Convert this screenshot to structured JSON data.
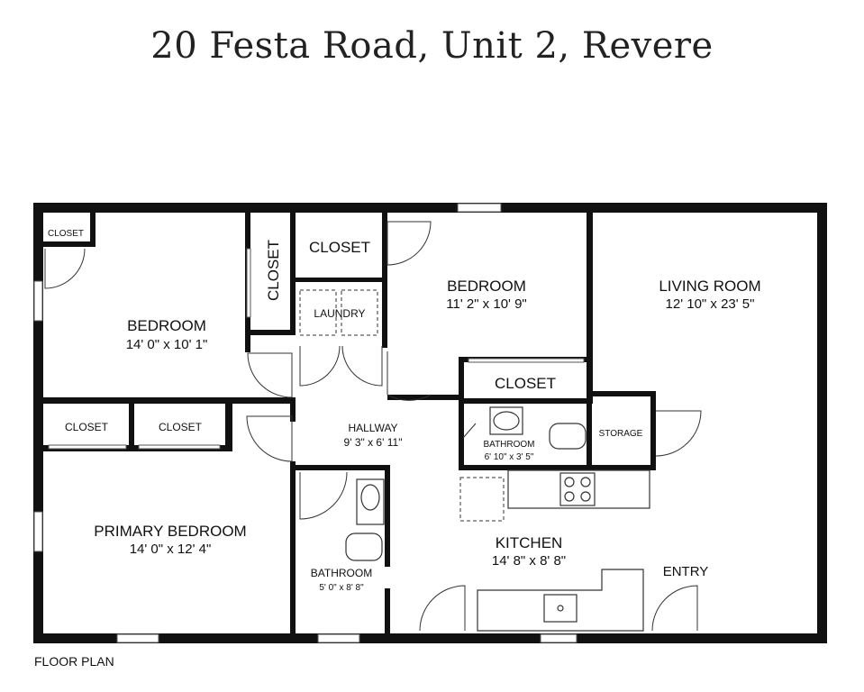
{
  "header": {
    "title": "20 Festa Road, Unit 2, Revere"
  },
  "footer": {
    "label": "FLOOR PLAN"
  },
  "rooms": {
    "closet_small": {
      "name": "CLOSET"
    },
    "closet_vertical": {
      "name": "CLOSET"
    },
    "closet_top": {
      "name": "CLOSET"
    },
    "laundry": {
      "name": "LAUNDRY"
    },
    "bedroom_left": {
      "name": "BEDROOM",
      "dims": "14' 0\" x 10' 1\""
    },
    "bedroom_center": {
      "name": "BEDROOM",
      "dims": "11' 2\" x 10' 9\""
    },
    "living_room": {
      "name": "LIVING ROOM",
      "dims": "12' 10\" x 23' 5\""
    },
    "closet_center": {
      "name": "CLOSET"
    },
    "closet_a": {
      "name": "CLOSET"
    },
    "closet_b": {
      "name": "CLOSET"
    },
    "hallway": {
      "name": "HALLWAY",
      "dims": "9' 3\" x 6' 11\""
    },
    "bathroom_upper": {
      "name": "BATHROOM",
      "dims": "6' 10\" x 3' 5\""
    },
    "storage": {
      "name": "STORAGE"
    },
    "primary_bedroom": {
      "name": "PRIMARY BEDROOM",
      "dims": "14' 0\" x 12' 4\""
    },
    "kitchen": {
      "name": "KITCHEN",
      "dims": "14' 8\" x 8' 8\""
    },
    "bathroom_lower": {
      "name": "BATHROOM",
      "dims": "5' 0\" x 8' 8\""
    },
    "entry": {
      "name": "ENTRY"
    }
  }
}
